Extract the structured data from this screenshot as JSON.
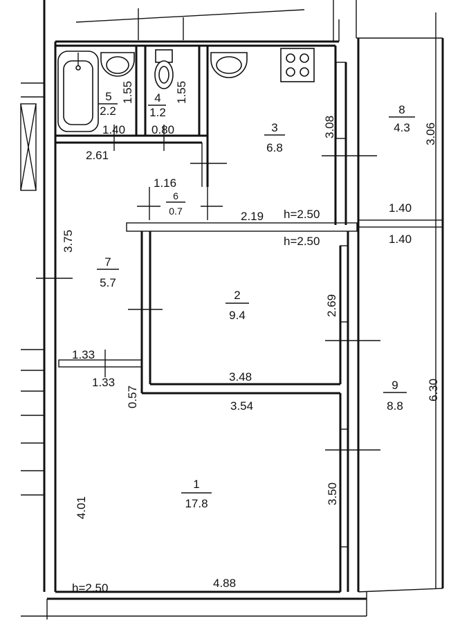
{
  "rooms": [
    {
      "number": "1",
      "area": "17.8"
    },
    {
      "number": "2",
      "area": "9.4"
    },
    {
      "number": "3",
      "area": "6.8"
    },
    {
      "number": "4",
      "area": "1.2"
    },
    {
      "number": "5",
      "area": "2.2"
    },
    {
      "number": "6",
      "area": "0.7"
    },
    {
      "number": "7",
      "area": "5.7"
    },
    {
      "number": "8",
      "area": "4.3"
    },
    {
      "number": "9",
      "area": "8.8"
    }
  ],
  "dimensions": {
    "bath_height": "1.55",
    "bath_width": "1.40",
    "wc_height": "1.55",
    "wc_width": "0.80",
    "corridor_top": "2.61",
    "kitchen_height": "3.08",
    "kitchen_width": "2.19",
    "hall_width": "1.16",
    "hall_height": "3.75",
    "loggia_top_height": "3.06",
    "loggia_top_width": "1.40",
    "loggia_bottom_width": "1.40",
    "loggia_bottom_height": "6.30",
    "room2_height": "2.69",
    "room2_width": "3.48",
    "passage_top": "1.33",
    "passage_bottom": "1.33",
    "passage_wall": "0.57",
    "room1_top": "3.54",
    "room1_right": "3.50",
    "room1_left": "4.01",
    "room1_bottom": "4.88"
  },
  "ceiling_heights": {
    "kitchen": "h=2.50",
    "room2": "h=2.50",
    "room1": "h=2.50"
  }
}
